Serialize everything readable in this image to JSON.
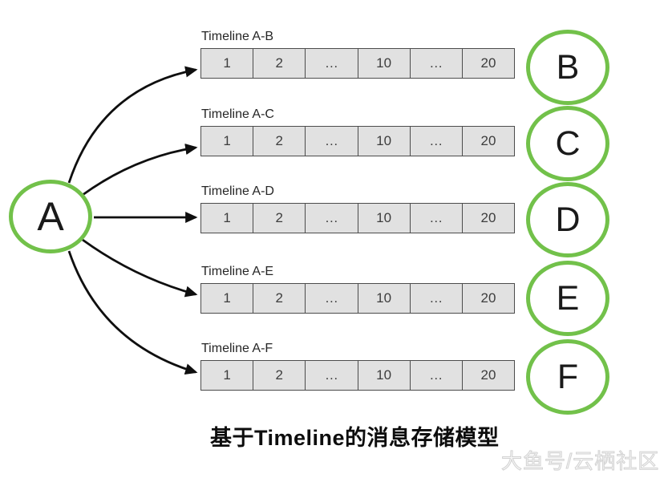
{
  "diagram": {
    "source_node": {
      "label": "A"
    },
    "timelines": [
      {
        "label": "Timeline A-B",
        "target": "B",
        "cells": [
          "1",
          "2",
          "…",
          "10",
          "…",
          "20"
        ]
      },
      {
        "label": "Timeline A-C",
        "target": "C",
        "cells": [
          "1",
          "2",
          "…",
          "10",
          "…",
          "20"
        ]
      },
      {
        "label": "Timeline A-D",
        "target": "D",
        "cells": [
          "1",
          "2",
          "…",
          "10",
          "…",
          "20"
        ]
      },
      {
        "label": "Timeline A-E",
        "target": "E",
        "cells": [
          "1",
          "2",
          "…",
          "10",
          "…",
          "20"
        ]
      },
      {
        "label": "Timeline A-F",
        "target": "F",
        "cells": [
          "1",
          "2",
          "…",
          "10",
          "…",
          "20"
        ]
      }
    ],
    "caption": "基于Timeline的消息存储模型",
    "watermark": "大鱼号/云栖社区",
    "colors": {
      "node_border": "#72c14a",
      "cell_bg": "#e1e1e1",
      "cell_border": "#4c4c4c",
      "arrow": "#0f0f0f"
    }
  }
}
